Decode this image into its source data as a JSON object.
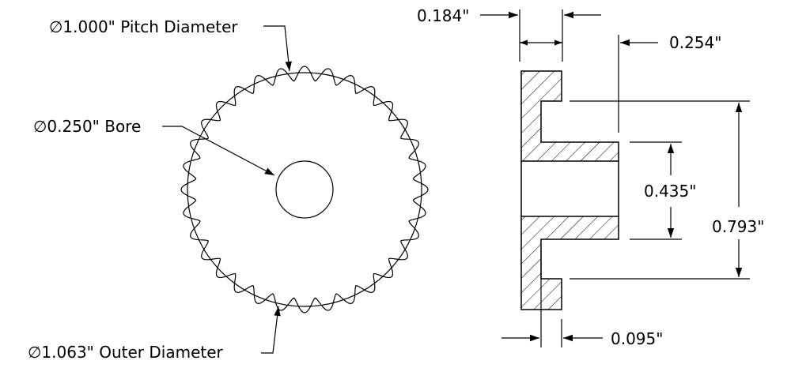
{
  "front_view": {
    "pitch_label": "∅1.000\" Pitch Diameter",
    "bore_label": "∅0.250\" Bore",
    "outer_label": "∅1.063\" Outer Diameter",
    "tooth_count": 32
  },
  "side_view": {
    "dim_hub_width": "0.184\"",
    "dim_total_width": "0.254\"",
    "dim_bore": "0.435\"",
    "dim_hub_dia": "0.793\"",
    "dim_web": "0.095\""
  }
}
